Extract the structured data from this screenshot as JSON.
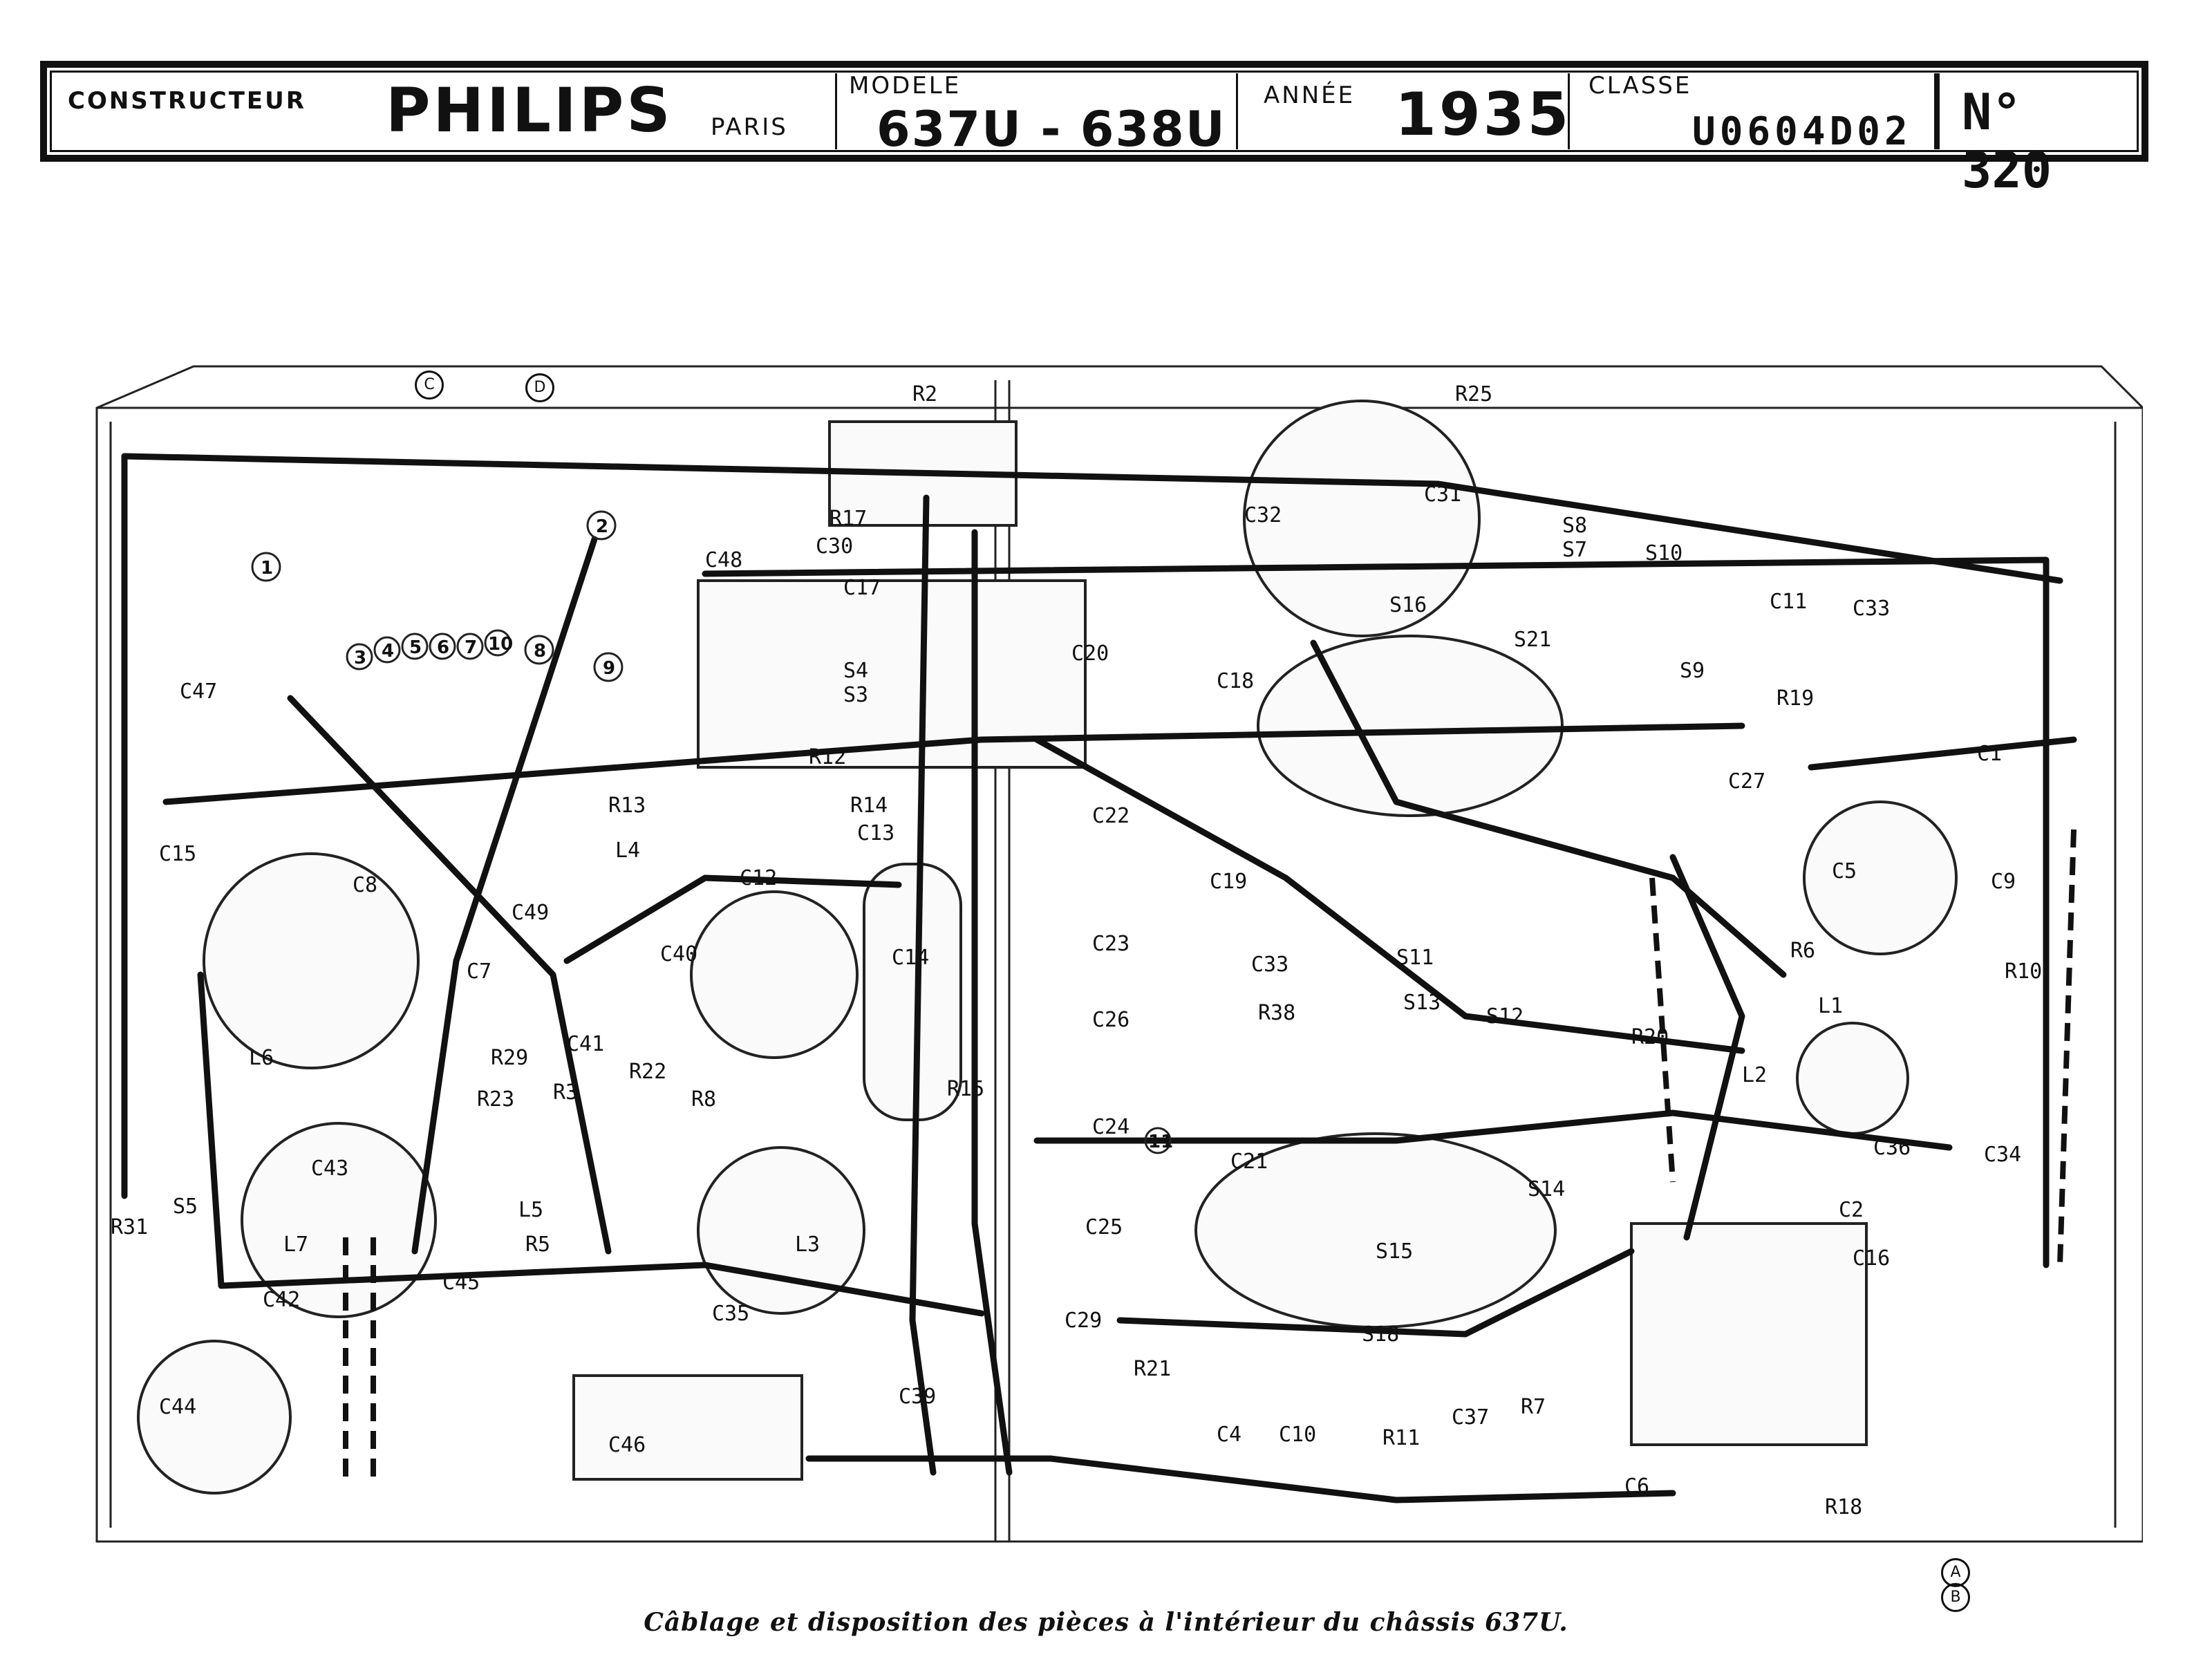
{
  "header": {
    "constructeur_label": "CONSTRUCTEUR",
    "brand": "PHILIPS",
    "city": "PARIS",
    "modele_label": "MODELE",
    "modele": "637U - 638U",
    "annee_label": "ANNÉE",
    "annee": "1935",
    "classe_label": "CLASSE",
    "classe": "U0604D02",
    "numero": "N° 320"
  },
  "diagram": {
    "component_labels": [
      "R2",
      "R25",
      "R17",
      "C30",
      "C17",
      "C48",
      "C32",
      "C31",
      "C33",
      "C11",
      "S8",
      "S7",
      "S10",
      "S16",
      "S21",
      "S9",
      "R19",
      "C1",
      "C27",
      "S4",
      "S3",
      "R12",
      "C20",
      "C18",
      "C22",
      "R14",
      "C13",
      "R13",
      "C12",
      "C47",
      "C15",
      "C8",
      "C49",
      "C7",
      "L4",
      "L6",
      "C40",
      "C14",
      "C19",
      "C23",
      "C26",
      "C24",
      "C25",
      "C33",
      "R38",
      "S11",
      "S13",
      "S12",
      "R20",
      "C5",
      "C9",
      "R6",
      "L1",
      "R10",
      "L2",
      "C36",
      "C34",
      "R29",
      "R23",
      "C41",
      "R3",
      "R22",
      "R8",
      "R15",
      "L3",
      "C43",
      "S5",
      "L7",
      "R31",
      "L5",
      "R5",
      "C45",
      "C42",
      "C39",
      "C44",
      "C46",
      "C29",
      "R21",
      "C21",
      "S14",
      "S15",
      "S18",
      "C37",
      "R7",
      "C4",
      "C10",
      "R11",
      "C6",
      "C2",
      "C16",
      "R18",
      "C35"
    ],
    "wire_numbers": [
      "1",
      "2",
      "3",
      "4",
      "5",
      "6",
      "7",
      "10",
      "8",
      "9",
      "11"
    ],
    "marker_labels": [
      "A",
      "B",
      "C",
      "D"
    ]
  },
  "caption": "Câblage et disposition des pièces à l'intérieur du châssis 637U."
}
